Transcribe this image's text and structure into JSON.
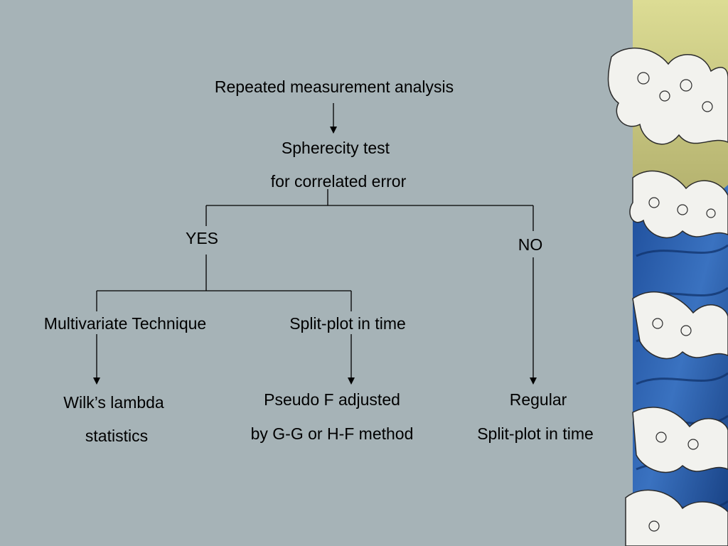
{
  "diagram": {
    "root": "Repeated measurement analysis",
    "test_line1": "Spherecity test",
    "test_line2": "for correlated error",
    "yes": "YES",
    "no": "NO",
    "multivariate": "Multivariate Technique",
    "splitplot": "Split-plot in time",
    "wilks_line1": "Wilk’s lambda",
    "wilks_line2": "statistics",
    "pseudo_line1": "Pseudo F adjusted",
    "pseudo_line2": "by G-G or H-F method",
    "regular_line1": "Regular",
    "regular_line2": "Split-plot in time"
  },
  "colors": {
    "background": "#a6b3b7",
    "wave_sky": "#d7d68e",
    "wave_sea": "#2a5fae",
    "wave_foam": "#f2f2ee"
  }
}
